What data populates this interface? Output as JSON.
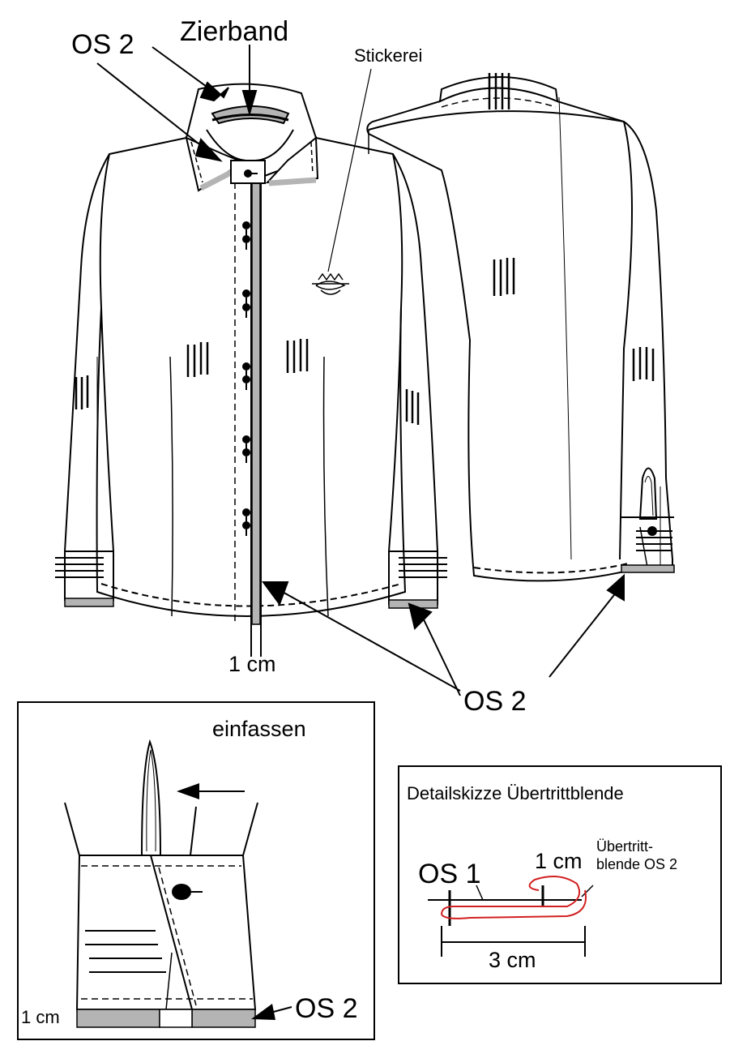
{
  "labels": {
    "zierband": "Zierband",
    "os2_top": "OS 2",
    "stickerei": "Stickerei",
    "front_width": "1 cm",
    "os2_bottom": "OS 2"
  },
  "inset_cuff": {
    "title": "einfassen",
    "width_label": "1 cm",
    "os_label": "OS 2"
  },
  "inset_detail": {
    "title": "Detailskizze Übertrittblende",
    "os1": "OS 1",
    "one_cm": "1 cm",
    "uebertritt_line1": "Übertritt-",
    "uebertritt_line2": "blende OS 2",
    "three_cm": "3 cm"
  },
  "colors": {
    "band_gray": "#b4b4b4",
    "red": "#d22020"
  }
}
